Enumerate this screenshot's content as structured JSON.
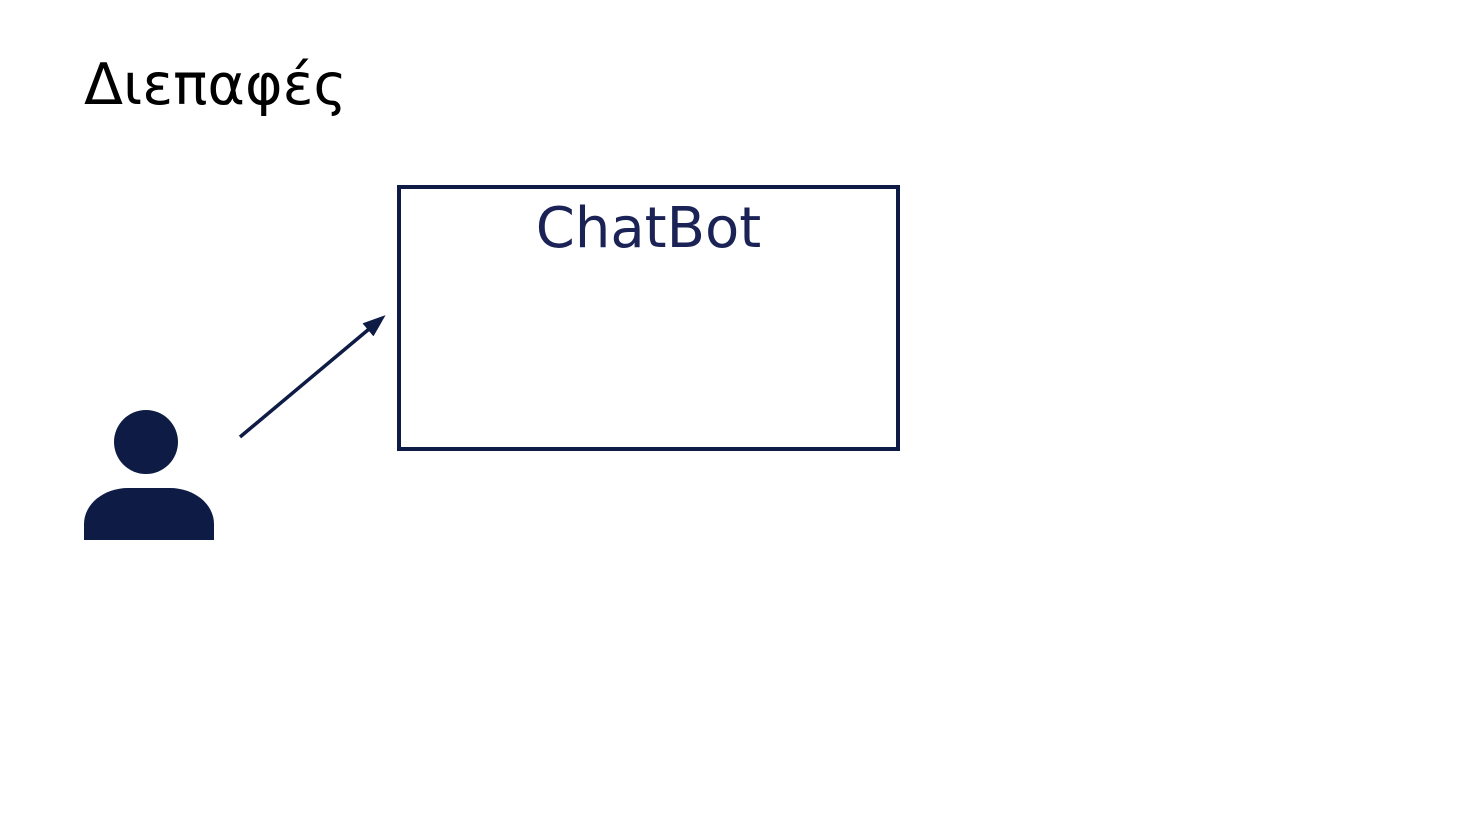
{
  "slide": {
    "title": "Διεπαφές"
  },
  "diagram": {
    "chatbot_box": {
      "label": "ChatBot"
    },
    "actor": {
      "icon": "person-silhouette"
    },
    "connection": {
      "type": "arrow",
      "from": "user-person",
      "to": "chatbot-box"
    }
  },
  "colors": {
    "accent": "#0e1c45",
    "box-border": "#0e1c45",
    "box-label": "#1b2356",
    "title": "#000000",
    "bg": "#ffffff"
  }
}
